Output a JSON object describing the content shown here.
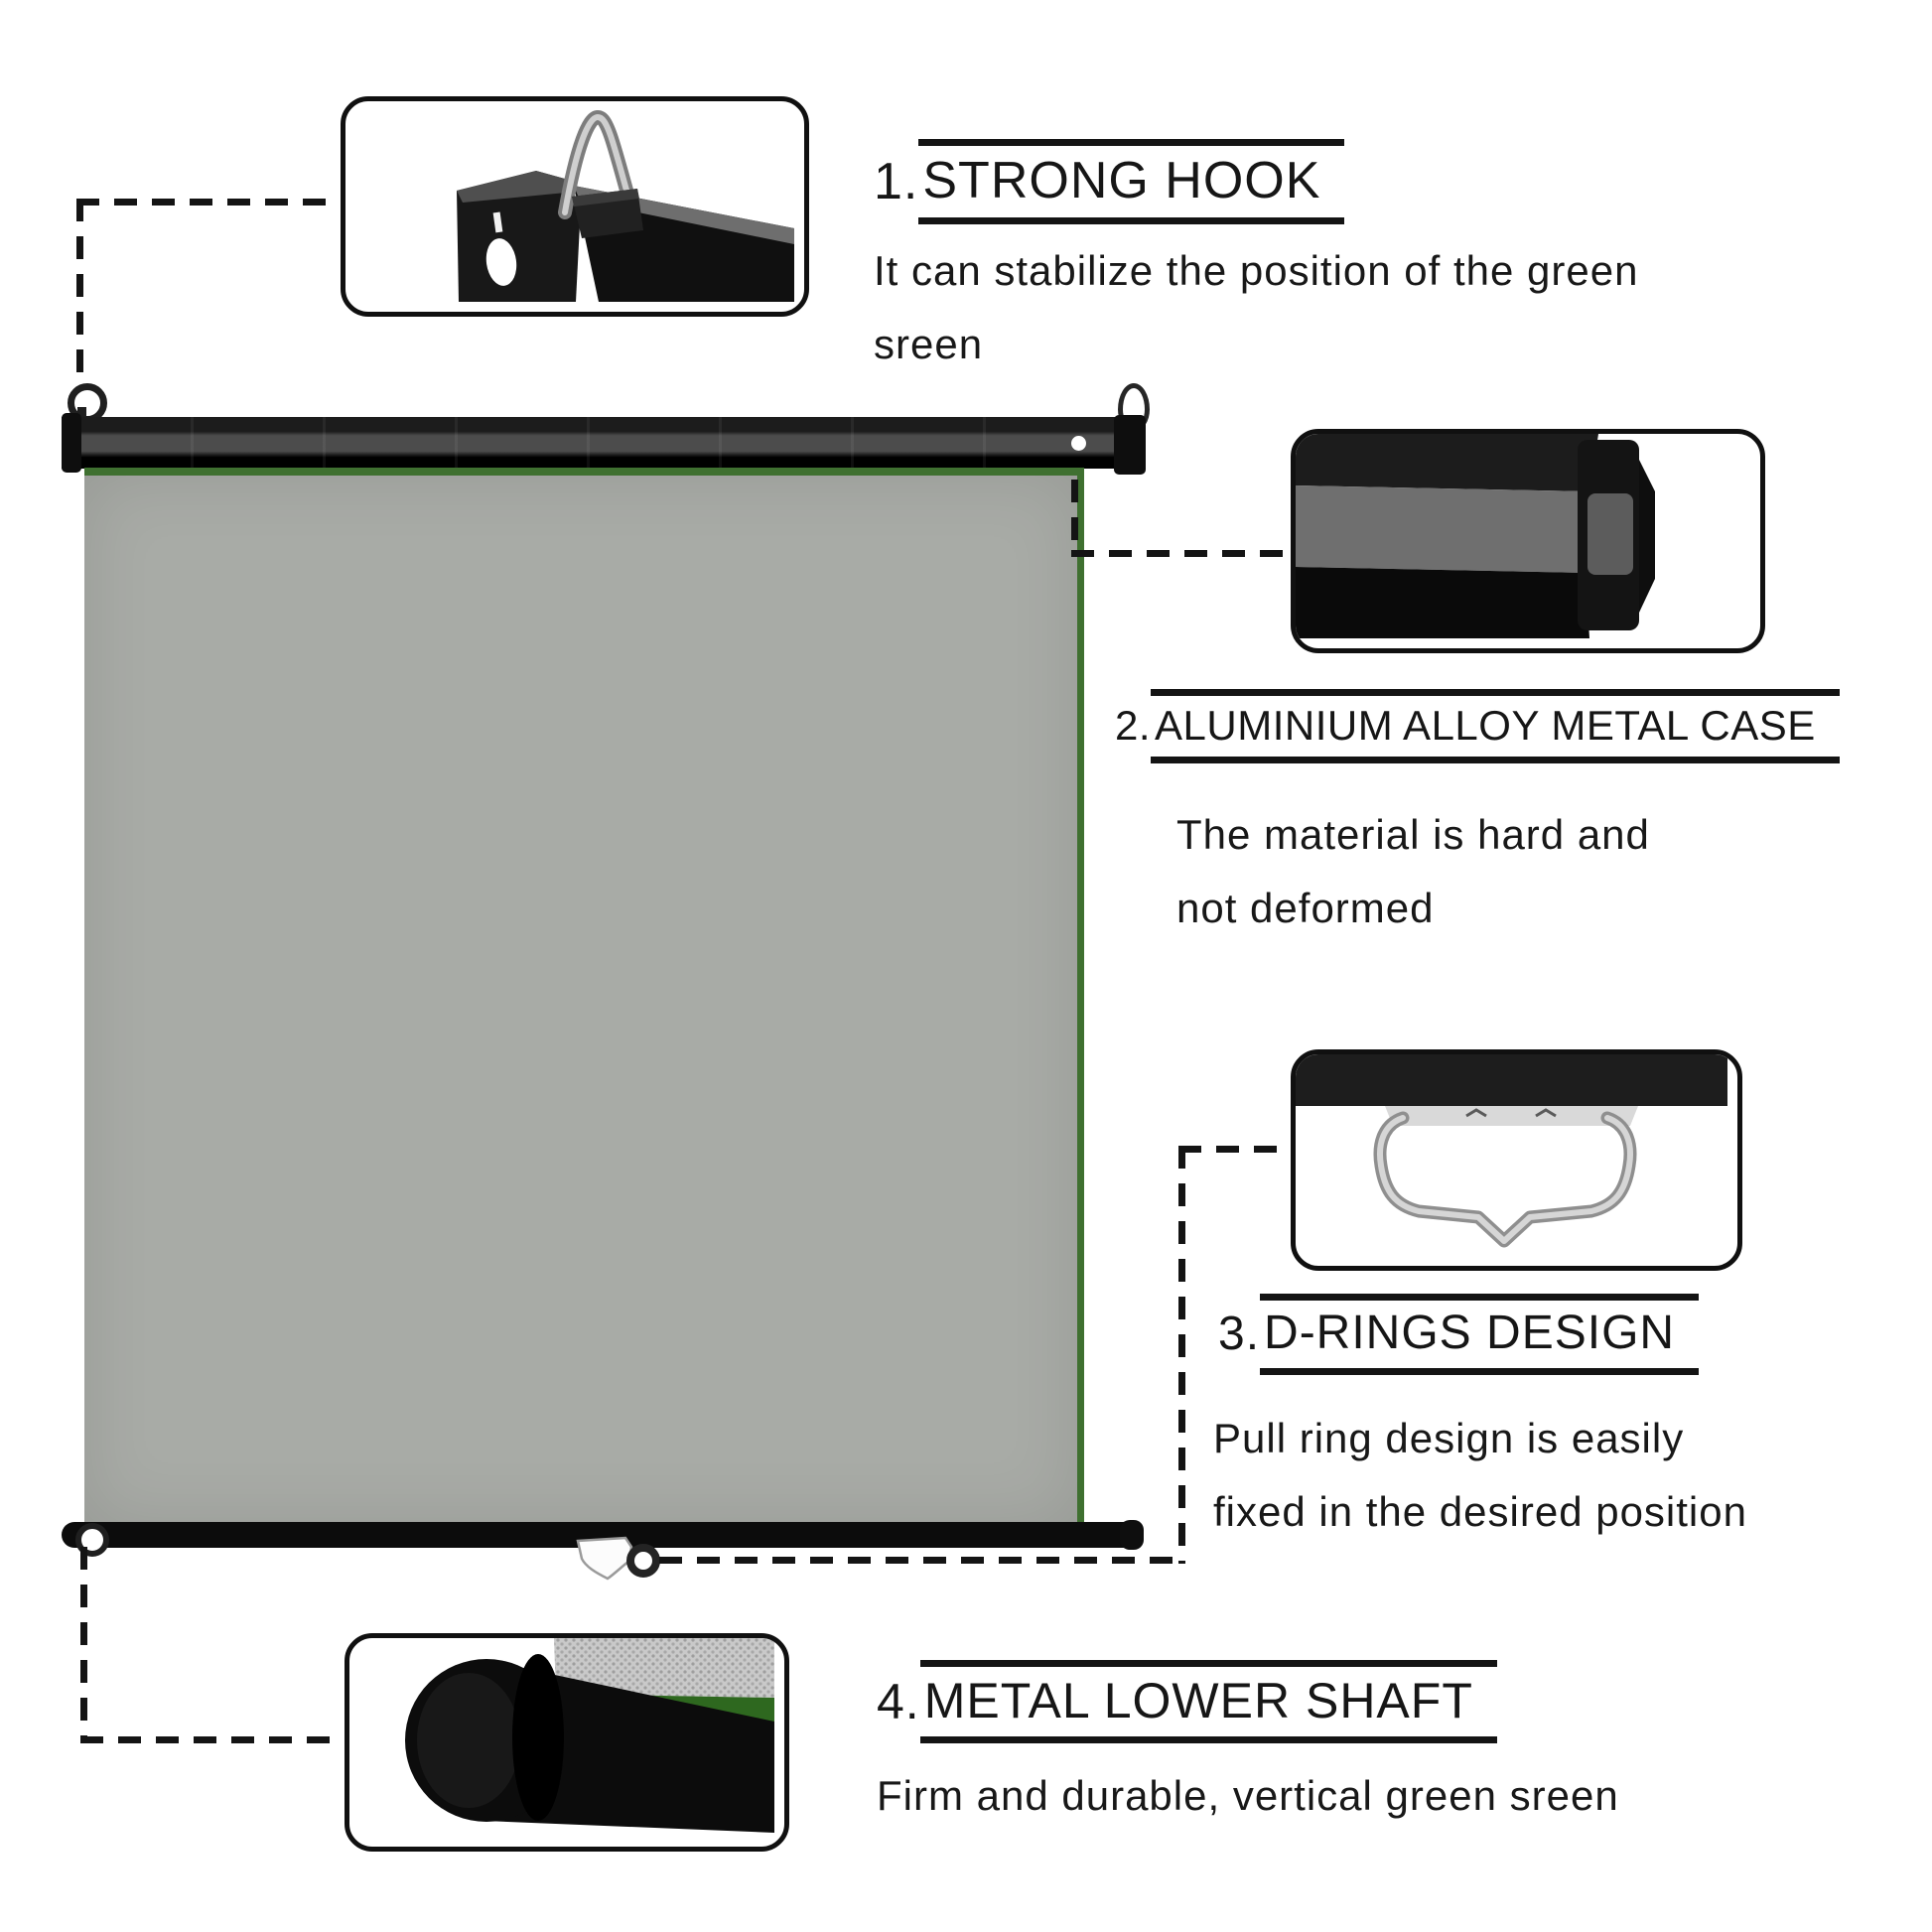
{
  "sections": [
    {
      "number": "1.",
      "title": "STRONG HOOK",
      "body": [
        "It can stabilize the position of the green",
        "sreen"
      ],
      "figure": "hook-closeup-photo"
    },
    {
      "number": "2.",
      "title": "ALUMINIUM ALLOY METAL CASE",
      "body": [
        "The material is hard and",
        "not deformed"
      ],
      "figure": "metal-case-closeup-photo"
    },
    {
      "number": "3.",
      "title": "D-RINGS DESIGN",
      "body": [
        "Pull ring design is easily",
        "fixed in the desired position"
      ],
      "figure": "d-ring-closeup-photo"
    },
    {
      "number": "4.",
      "title": "METAL LOWER SHAFT",
      "body": [
        "Firm and durable, vertical green sreen"
      ],
      "figure": "lower-shaft-closeup-photo"
    }
  ],
  "colors": {
    "ink": "#141414",
    "screen_gray": "#a8aba6",
    "edge_green": "#3f7030",
    "case_stripe_gray": "#4c4c4c",
    "silver": "#c2c2c2"
  }
}
